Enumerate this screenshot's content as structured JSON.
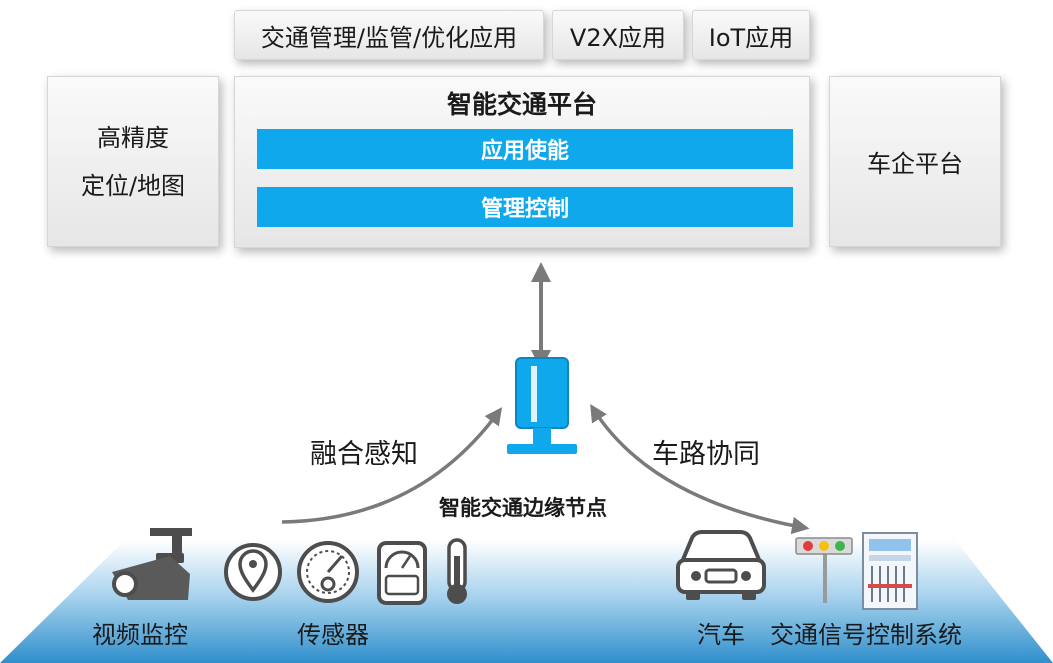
{
  "top_tabs": [
    "交通管理/监管/优化应用",
    "V2X应用",
    "IoT应用"
  ],
  "left_box": {
    "line1": "高精度",
    "line2": "定位/地图"
  },
  "right_box": {
    "label": "车企平台"
  },
  "center_box": {
    "title": "智能交通平台",
    "bar1": "应用使能",
    "bar2": "管理控制"
  },
  "labels": {
    "fusion": "融合感知",
    "v2x": "车路协同",
    "edge_node": "智能交通边缘节点",
    "video": "视频监控",
    "sensor": "传感器",
    "car": "汽车",
    "signal": "交通信号控制系统"
  },
  "colors": {
    "accent": "#10a8ec",
    "arrow": "#7a7a7a",
    "ground": "#3b96cf"
  }
}
